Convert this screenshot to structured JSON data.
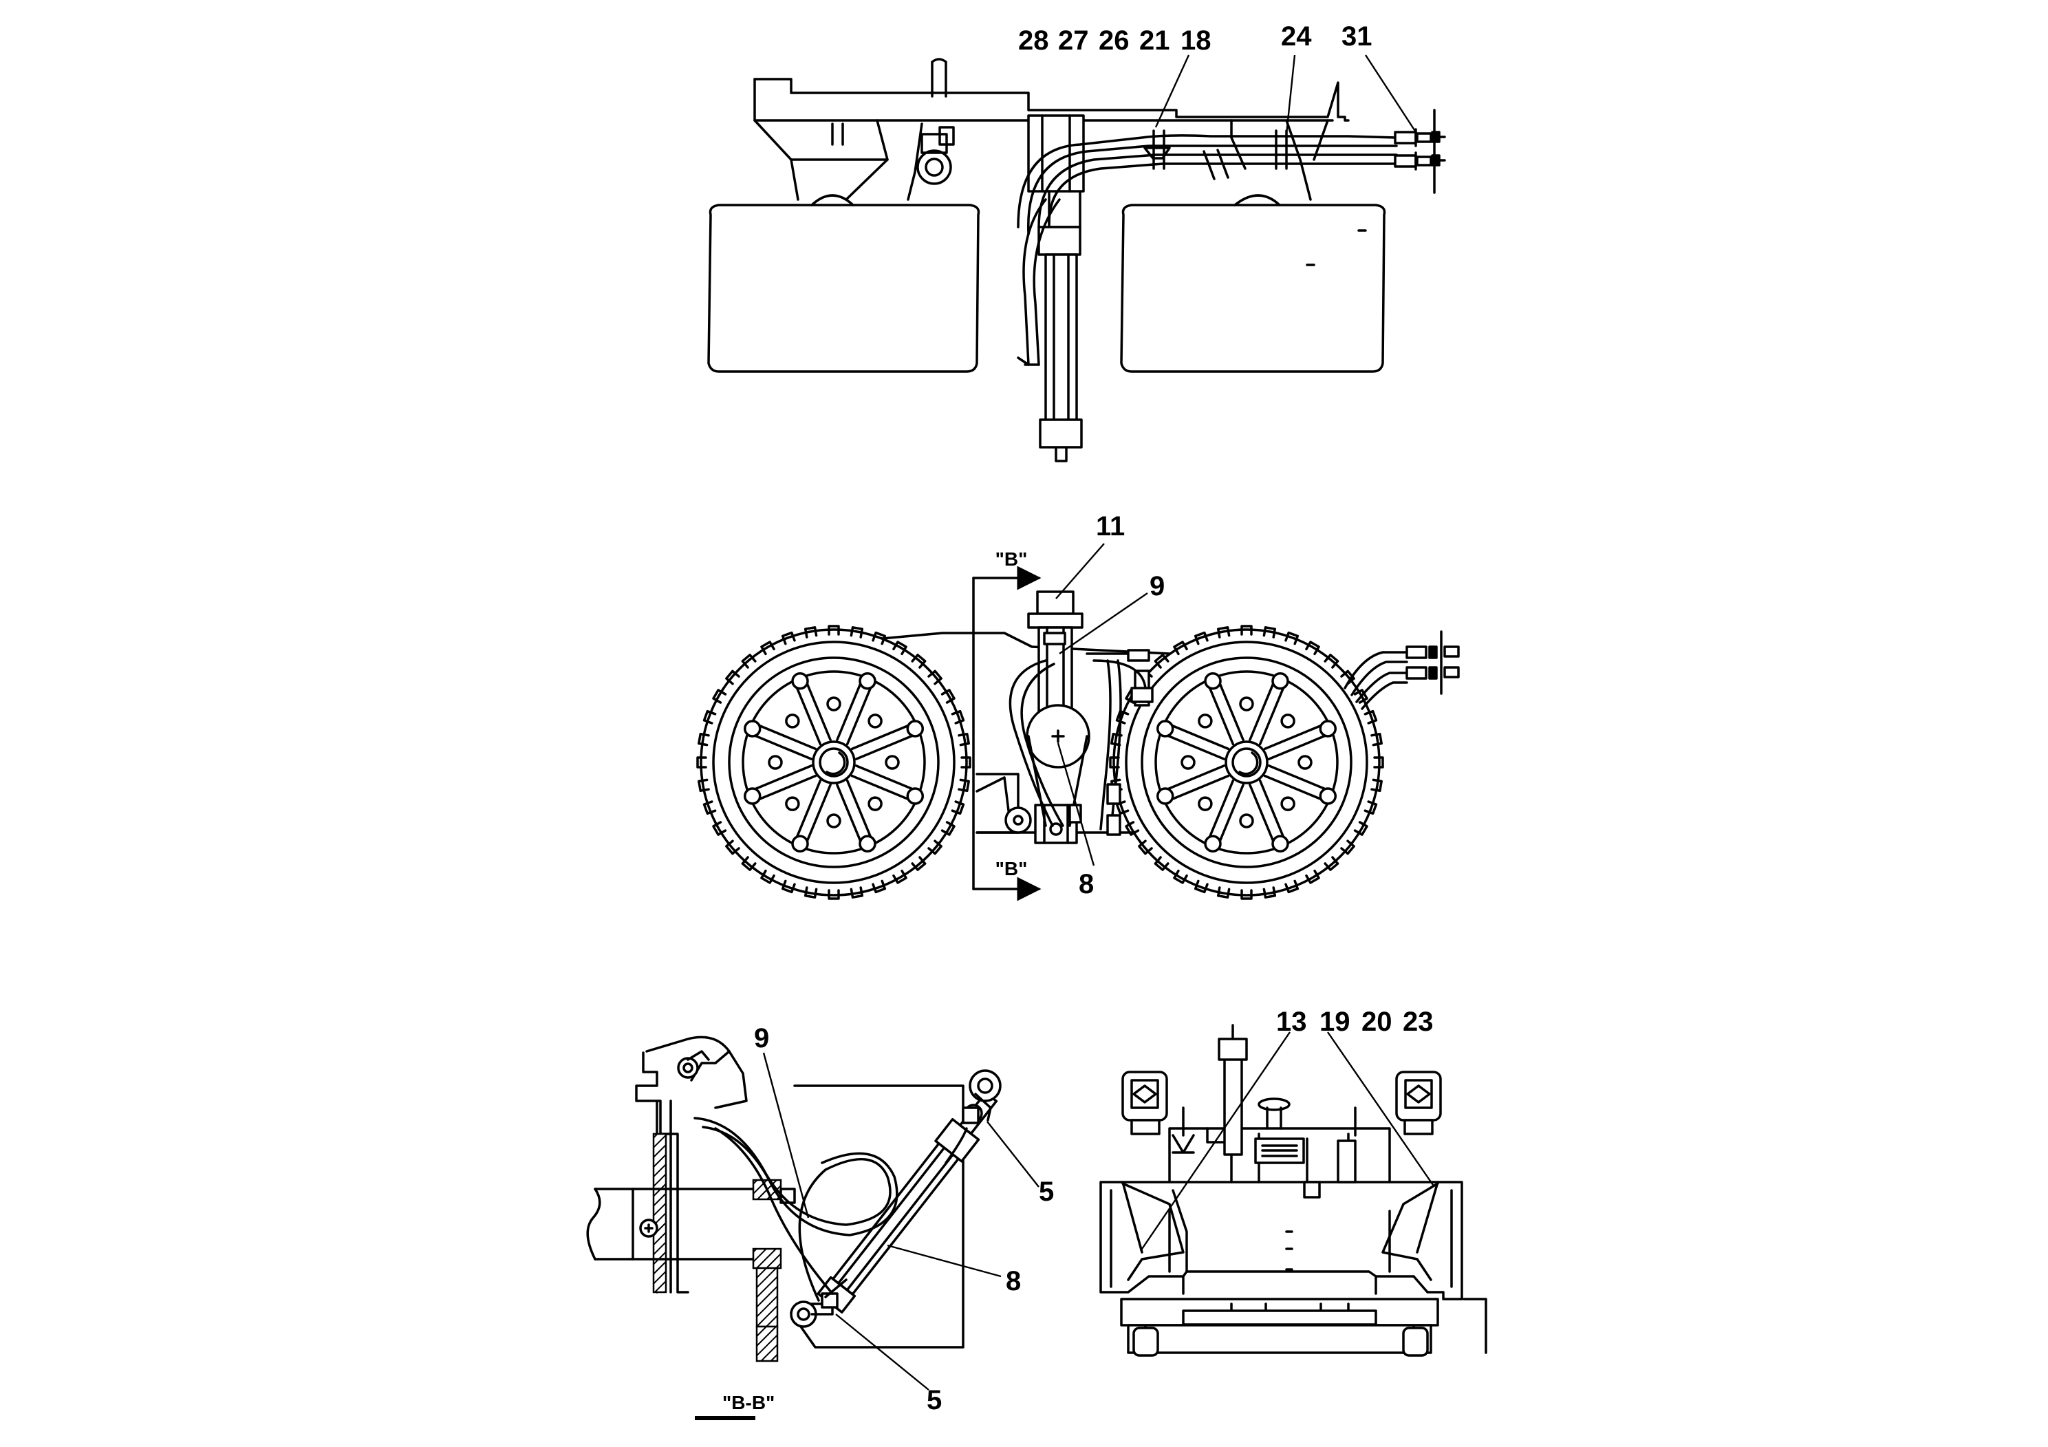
{
  "top_view": {
    "callouts": {
      "c28": "28",
      "c27": "27",
      "c26": "26",
      "c21": "21",
      "c18": "18",
      "c24": "24",
      "c31": "31"
    }
  },
  "middle_view": {
    "callouts": {
      "c11": "11",
      "c9": "9",
      "c8": "8"
    },
    "section_marks": {
      "top": "\"B\"",
      "bottom": "\"B\""
    }
  },
  "section_view": {
    "callouts": {
      "c9": "9",
      "c5_top": "5",
      "c8": "8",
      "c5_bottom": "5"
    },
    "title": "\"B-B\""
  },
  "rear_view": {
    "callouts": {
      "c13": "13",
      "c19": "19",
      "c20": "20",
      "c23": "23"
    }
  }
}
